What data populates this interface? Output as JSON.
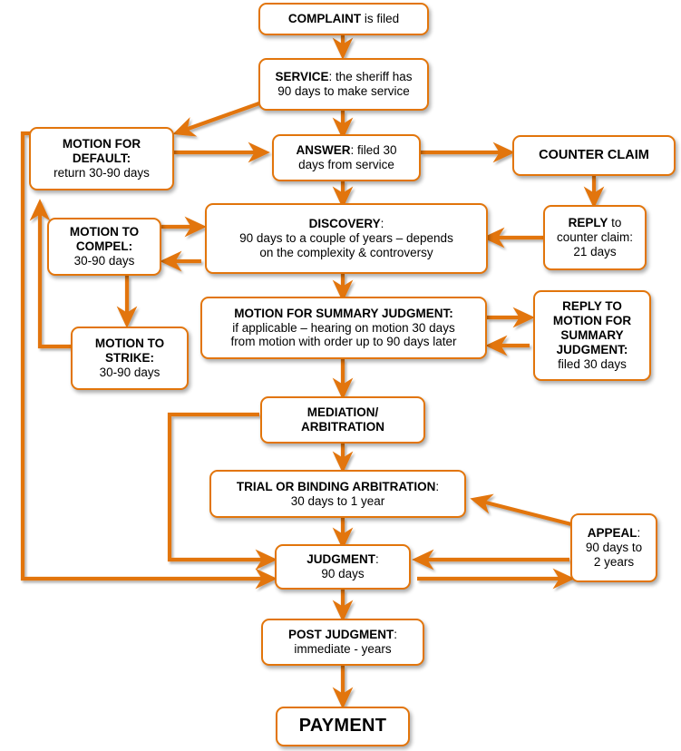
{
  "diagram": {
    "title": "Civil Litigation Timeline Flowchart",
    "accent_color": "#E2750B",
    "box_fill": "#FFFFFF",
    "text_color": "#000000"
  },
  "nodes": {
    "complaint": {
      "bold": "COMPLAINT",
      "rest": " is filed",
      "lines": []
    },
    "service": {
      "bold": "SERVICE",
      "rest": ": the sheriff has",
      "lines": [
        "90 days to make service"
      ]
    },
    "motion_default": {
      "bold": "MOTION FOR",
      "rest": "",
      "lines": [
        "DEFAULT:",
        "return 30-90 days"
      ]
    },
    "answer": {
      "bold": "ANSWER",
      "rest": ": filed 30",
      "lines": [
        "days from service"
      ]
    },
    "counter_claim": {
      "bold": "COUNTER CLAIM",
      "rest": "",
      "lines": []
    },
    "discovery": {
      "bold": "DISCOVERY",
      "rest": ":",
      "lines": [
        "90 days to a couple of years – depends",
        "on the complexity & controversy"
      ]
    },
    "reply_counter": {
      "bold": "REPLY",
      "rest": " to",
      "lines": [
        "counter claim:",
        "21 days"
      ]
    },
    "motion_compel": {
      "bold": "MOTION TO",
      "rest": "",
      "lines": [
        "COMPEL:",
        "30-90 days"
      ]
    },
    "motion_strike": {
      "bold": "MOTION TO",
      "rest": "",
      "lines": [
        "STRIKE:",
        "30-90 days"
      ]
    },
    "msj": {
      "bold": "MOTION FOR SUMMARY JUDGMENT:",
      "rest": "",
      "lines": [
        "if applicable – hearing on motion 30 days",
        "from motion with order up to 90 days later"
      ]
    },
    "reply_msj": {
      "bold": "REPLY TO",
      "rest": "",
      "lines": [
        "MOTION FOR",
        "SUMMARY",
        "JUDGMENT:",
        "filed 30 days"
      ]
    },
    "mediation": {
      "bold": "MEDIATION/",
      "rest": "",
      "lines": [
        "ARBITRATION"
      ]
    },
    "trial": {
      "bold": "TRIAL OR BINDING ARBITRATION",
      "rest": ":",
      "lines": [
        "30 days to 1 year"
      ]
    },
    "judgment": {
      "bold": "JUDGMENT",
      "rest": ":",
      "lines": [
        "90 days"
      ]
    },
    "appeal": {
      "bold": "APPEAL",
      "rest": ":",
      "lines": [
        "90 days to",
        "2 years"
      ]
    },
    "post_judgment": {
      "bold": "POST JUDGMENT",
      "rest": ":",
      "lines": [
        "immediate - years"
      ]
    },
    "payment": {
      "bold": "PAYMENT",
      "rest": "",
      "lines": []
    }
  },
  "chart_data": {
    "type": "diagram",
    "title": "Civil Litigation Timeline Flowchart",
    "node_order": [
      "complaint",
      "service",
      "motion_default",
      "answer",
      "counter_claim",
      "discovery",
      "reply_counter",
      "motion_compel",
      "motion_strike",
      "msj",
      "reply_msj",
      "mediation",
      "trial",
      "judgment",
      "appeal",
      "post_judgment",
      "payment"
    ],
    "edges": [
      {
        "from": "complaint",
        "to": "service"
      },
      {
        "from": "service",
        "to": "motion_default"
      },
      {
        "from": "service",
        "to": "answer"
      },
      {
        "from": "motion_default",
        "to": "answer"
      },
      {
        "from": "answer",
        "to": "counter_claim"
      },
      {
        "from": "answer",
        "to": "discovery"
      },
      {
        "from": "counter_claim",
        "to": "reply_counter"
      },
      {
        "from": "reply_counter",
        "to": "discovery"
      },
      {
        "from": "motion_compel",
        "to": "discovery"
      },
      {
        "from": "discovery",
        "to": "motion_compel"
      },
      {
        "from": "motion_compel",
        "to": "motion_strike"
      },
      {
        "from": "motion_strike",
        "to": "motion_default"
      },
      {
        "from": "discovery",
        "to": "msj"
      },
      {
        "from": "msj",
        "to": "reply_msj"
      },
      {
        "from": "reply_msj",
        "to": "msj"
      },
      {
        "from": "msj",
        "to": "mediation"
      },
      {
        "from": "mediation",
        "to": "trial"
      },
      {
        "from": "mediation",
        "to": "judgment"
      },
      {
        "from": "trial",
        "to": "judgment"
      },
      {
        "from": "appeal",
        "to": "trial"
      },
      {
        "from": "appeal",
        "to": "judgment"
      },
      {
        "from": "judgment",
        "to": "appeal"
      },
      {
        "from": "motion_default",
        "to": "judgment"
      },
      {
        "from": "judgment",
        "to": "post_judgment"
      },
      {
        "from": "post_judgment",
        "to": "payment"
      }
    ]
  }
}
